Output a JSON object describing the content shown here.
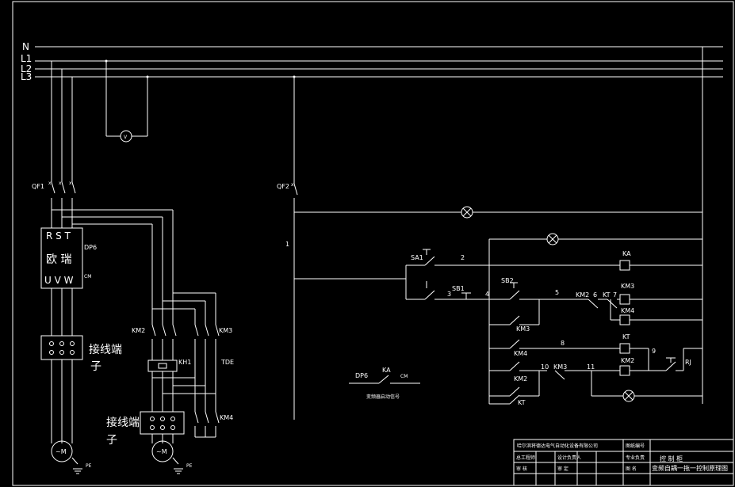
{
  "bus": {
    "labels": [
      "N",
      "L1",
      "L2",
      "L3"
    ]
  },
  "breakers": {
    "main": "QF1",
    "control": "QF2"
  },
  "inverter": {
    "inputs": "R S T",
    "name": "欧 瑞",
    "outputs": "U V W",
    "dp": "DP6",
    "cm": "CM"
  },
  "terminal_block": {
    "label_a": "接线端",
    "label_b": "子"
  },
  "contactors": {
    "km2": "KM2",
    "km3": "KM3",
    "km4": "KM4",
    "kh1": "KH1",
    "tde": "TDE"
  },
  "meter": {
    "symbol": "V"
  },
  "motor": {
    "symbol": "~M",
    "ground": "PE"
  },
  "control": {
    "sa1": "SA1",
    "sb1": "SB1",
    "sb2": "SB2",
    "wire_numbers": [
      "1",
      "2",
      "3",
      "4",
      "5",
      "6",
      "7",
      "8",
      "9",
      "10",
      "11"
    ],
    "ka": "KA",
    "km3": "KM3",
    "km4": "KM4",
    "kt": "KT",
    "km2": "KM2",
    "rj": "RJ"
  },
  "inverter_signal": {
    "dp6": "DP6",
    "ka": "KA",
    "cm": "CM",
    "caption": "变频器启动信号"
  },
  "title_block": {
    "company": "哈尔滨将德达电气自动化设备有限公司",
    "drawing_no": "图纸编号",
    "title": "控 制 柜",
    "subtitle": "变频自耦一拖一控制原理图",
    "rows": [
      "总工程师",
      "审 核",
      "设计负责人",
      "审 定",
      "专业负责",
      "图 名"
    ]
  }
}
